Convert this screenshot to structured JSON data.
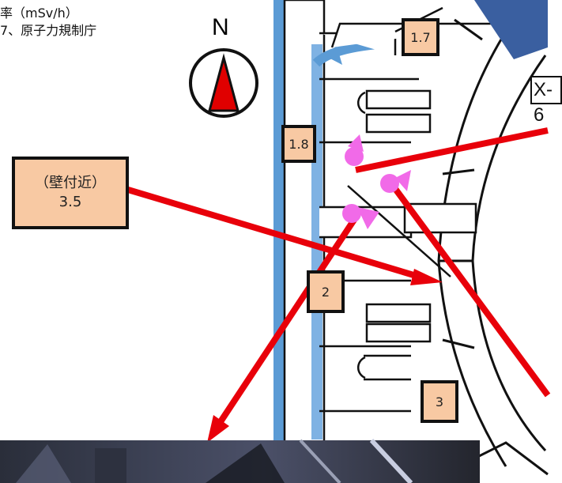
{
  "caption": {
    "line1": "率（mSv/h）",
    "line2": "7、原子力規制庁"
  },
  "compass": {
    "label": "N",
    "needle_color": "#e00000"
  },
  "direction_label": "X-6",
  "readings": [
    {
      "id": "r1",
      "value": "1.7"
    },
    {
      "id": "r2",
      "value": "1.8"
    },
    {
      "id": "r3",
      "label": "（壁付近）",
      "value": "3.5"
    },
    {
      "id": "r4",
      "value": "2"
    },
    {
      "id": "r5",
      "value": "3"
    }
  ],
  "colors": {
    "label_fill": "#f8c9a3",
    "arrow": "#e8000a",
    "marker": "#f16ae8",
    "blue_path": "#5b9bd5"
  }
}
